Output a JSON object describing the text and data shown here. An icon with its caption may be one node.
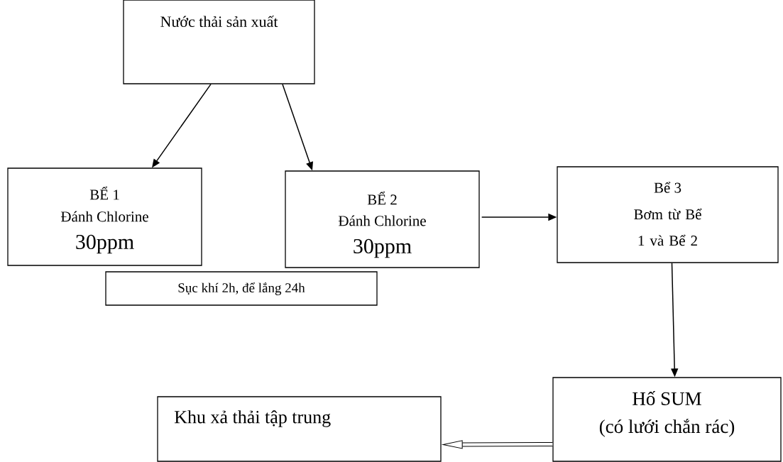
{
  "diagram": {
    "nodes": [
      {
        "text": [
          "Nước thải sản xuất"
        ]
      },
      {
        "text": [
          "BỂ 1",
          "Đánh Chlorine",
          "30ppm"
        ]
      },
      {
        "text": [
          "BỂ 2",
          "Đánh Chlorine",
          "30ppm"
        ]
      },
      {
        "text": [
          "Bể 3",
          "Bơm từ Bể 1 và Bể 2"
        ]
      },
      {
        "text": [
          "Sục khí 2h, để lắng 24h"
        ]
      },
      {
        "text": [
          "Hố SUM",
          "(có lưới chắn rác)"
        ]
      },
      {
        "text": [
          "Khu xả thải tập trung"
        ]
      }
    ],
    "edges": [
      {
        "from": 0,
        "to": 1,
        "arrow": "to"
      },
      {
        "from": 0,
        "to": 2,
        "arrow": "to"
      },
      {
        "from": 2,
        "to": 3,
        "arrow": "to"
      },
      {
        "from": 3,
        "to": 5,
        "arrow": "to"
      },
      {
        "from": 5,
        "to": 6,
        "arrow": "to",
        "style": "thick"
      }
    ]
  }
}
